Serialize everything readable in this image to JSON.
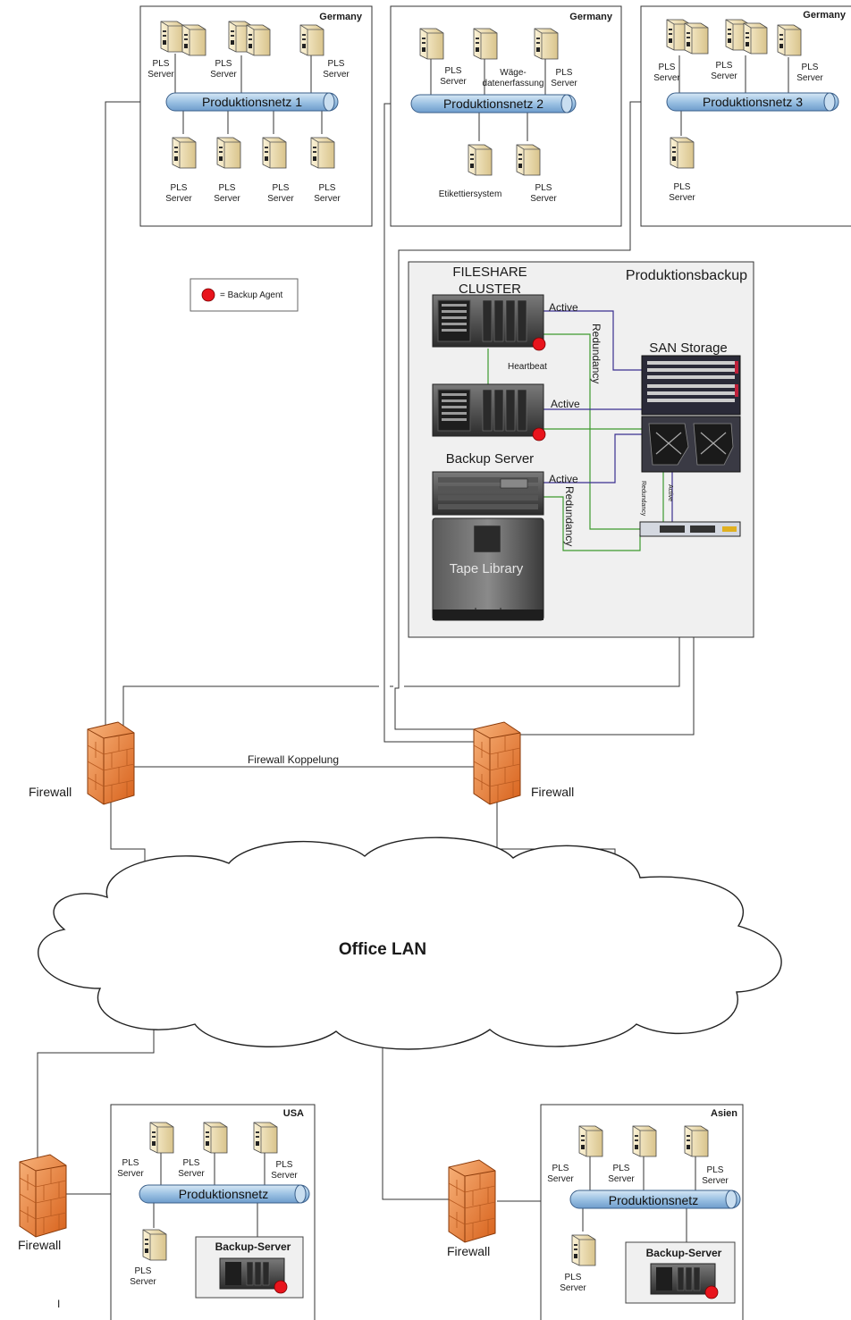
{
  "regions": {
    "g1": "Germany",
    "g2": "Germany",
    "g3": "Germany",
    "usa": "USA",
    "asien": "Asien"
  },
  "networks": {
    "pn1": "Produktionsnetz 1",
    "pn2": "Produktionsnetz 2",
    "pn3": "Produktionsnetz 3",
    "pn_usa": "Produktionsnetz",
    "pn_asien": "Produktionsnetz"
  },
  "server": {
    "line1": "PLS",
    "line2": "Server"
  },
  "waege": {
    "line1": "Wäge-",
    "line2": "datenerfassung"
  },
  "etikett": "Etikettiersystem",
  "legend": {
    "text": "= Backup Agent",
    "color": "#e8141c"
  },
  "backup": {
    "title": "Produktionsbackup",
    "cluster_line1": "FILESHARE",
    "cluster_line2": "CLUSTER",
    "heartbeat": "Heartbeat",
    "active": "Active",
    "redundancy": "Redundancy",
    "san": "SAN Storage",
    "backup_server": "Backup Server",
    "tape": "Tape Library",
    "colors": {
      "active": "#3a2f8f",
      "redundancy": "#3c9a2e"
    }
  },
  "firewall": {
    "label": "Firewall",
    "coupling": "Firewall Koppelung"
  },
  "office_lan": "Office LAN",
  "backup_server_box": "Backup-Server",
  "stray_mark": "I"
}
